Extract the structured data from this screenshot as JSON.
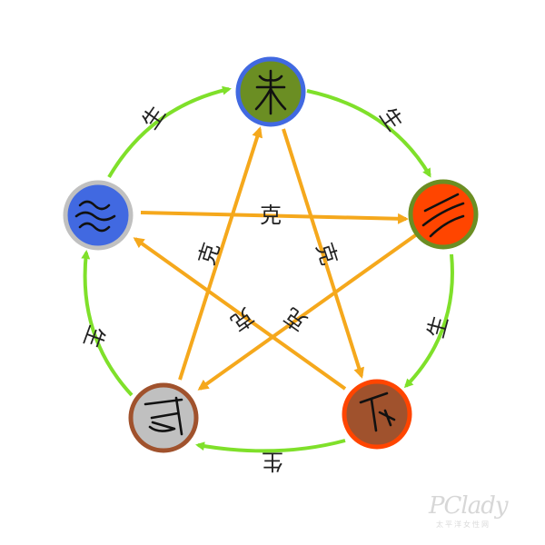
{
  "colors": {
    "generate_arrow": "#7fe02a",
    "overcome_arrow": "#f5a81c"
  },
  "labels": {
    "generate": "生",
    "overcome": "克"
  },
  "elements": [
    {
      "key": "wood",
      "icon": "wood-seal-icon",
      "fill": "#6b8e23",
      "ring": "#4169e1"
    },
    {
      "key": "fire",
      "icon": "fire-seal-icon",
      "fill": "#ff4500",
      "ring": "#6b8e23"
    },
    {
      "key": "earth",
      "icon": "earth-seal-icon",
      "fill": "#a0522d",
      "ring": "#ff4500"
    },
    {
      "key": "metal",
      "icon": "metal-seal-icon",
      "fill": "#c0c0c0",
      "ring": "#a0522d"
    },
    {
      "key": "water",
      "icon": "water-seal-icon",
      "fill": "#4169e1",
      "ring": "#c0c0c0"
    }
  ],
  "watermark": {
    "brand": "PClady",
    "tagline": "太平洋女性网"
  }
}
